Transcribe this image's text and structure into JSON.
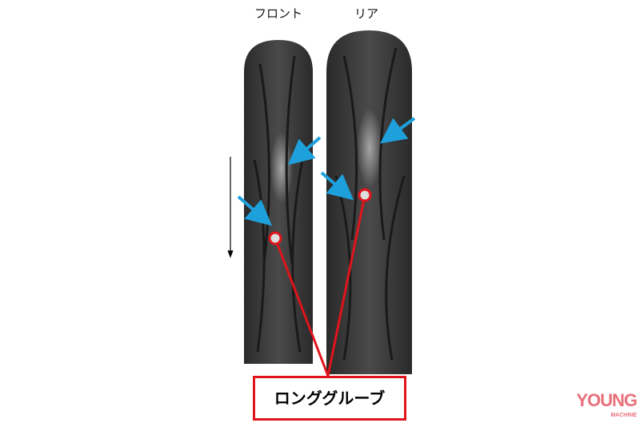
{
  "labels": {
    "front": "フロント",
    "rear": "リア"
  },
  "callout": {
    "text": "ロンググルーブ"
  },
  "logo": {
    "main": "YOUNG",
    "sub": "MACHINE"
  },
  "colors": {
    "accent_red": "#e0141c",
    "arrow_blue": "#1ea0dc",
    "tire": "#3a3a3a"
  }
}
